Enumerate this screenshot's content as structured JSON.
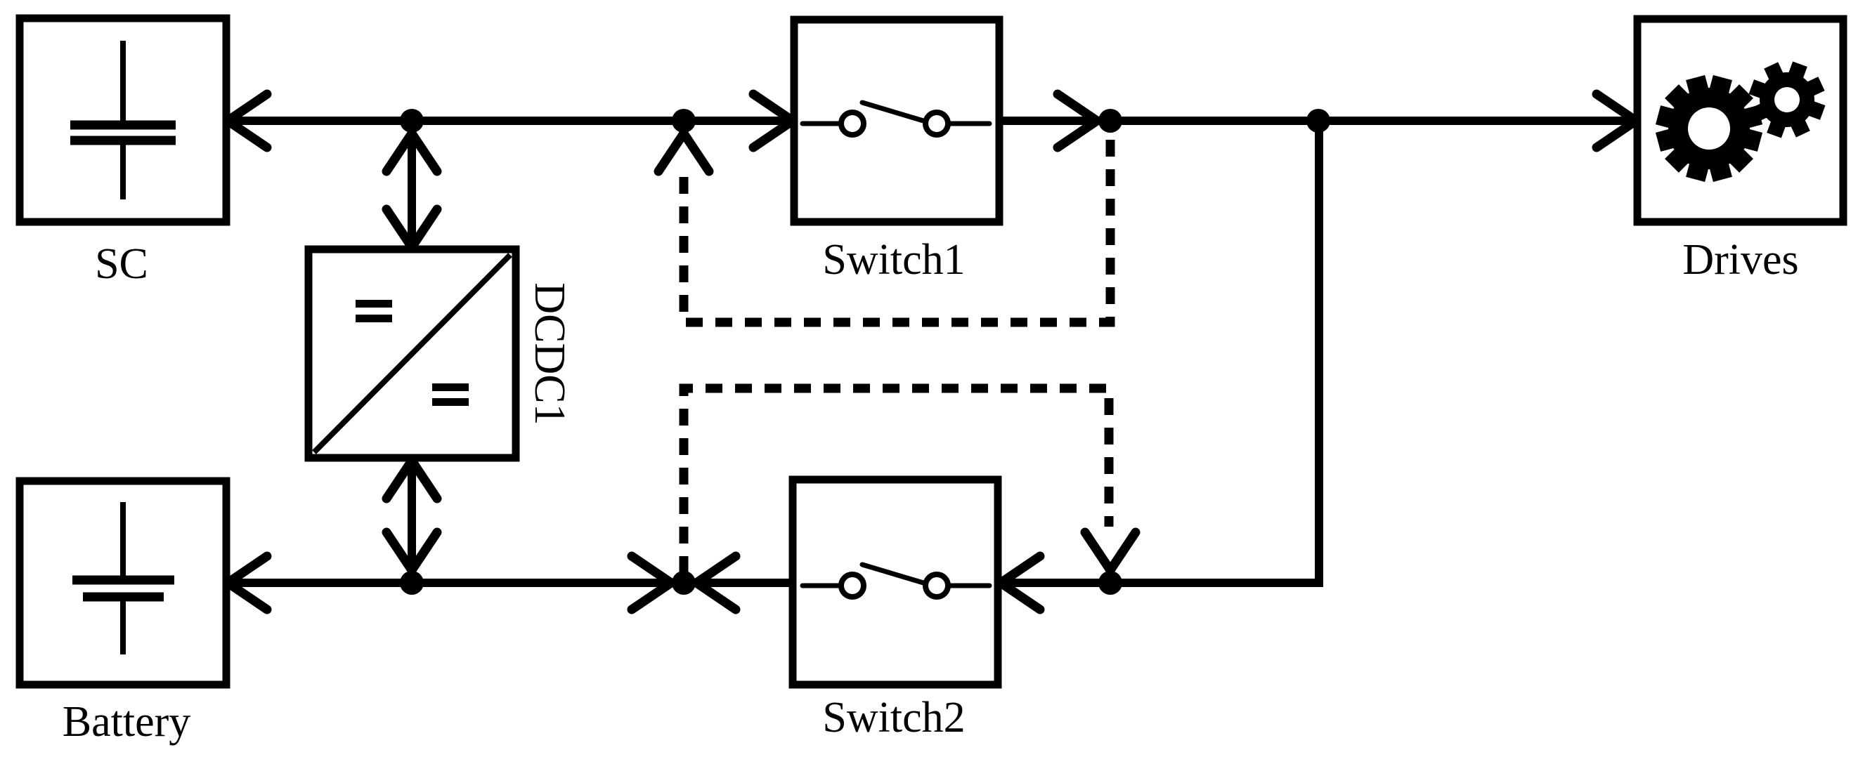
{
  "figure": {
    "background_color": "#ffffff",
    "ink_color": "#000000",
    "components": {
      "sc": {
        "label": "SC",
        "icon": "capacitor-icon"
      },
      "battery": {
        "label": "Battery",
        "icon": "battery-cell-icon"
      },
      "dcdc1": {
        "label": "DCDC1",
        "icon": "dc-dc-converter-icon"
      },
      "switch1": {
        "label": "Switch1",
        "icon": "open-switch-icon"
      },
      "switch2": {
        "label": "Switch2",
        "icon": "open-switch-icon"
      },
      "drives": {
        "label": "Drives",
        "icon": "gears-icon"
      }
    }
  }
}
